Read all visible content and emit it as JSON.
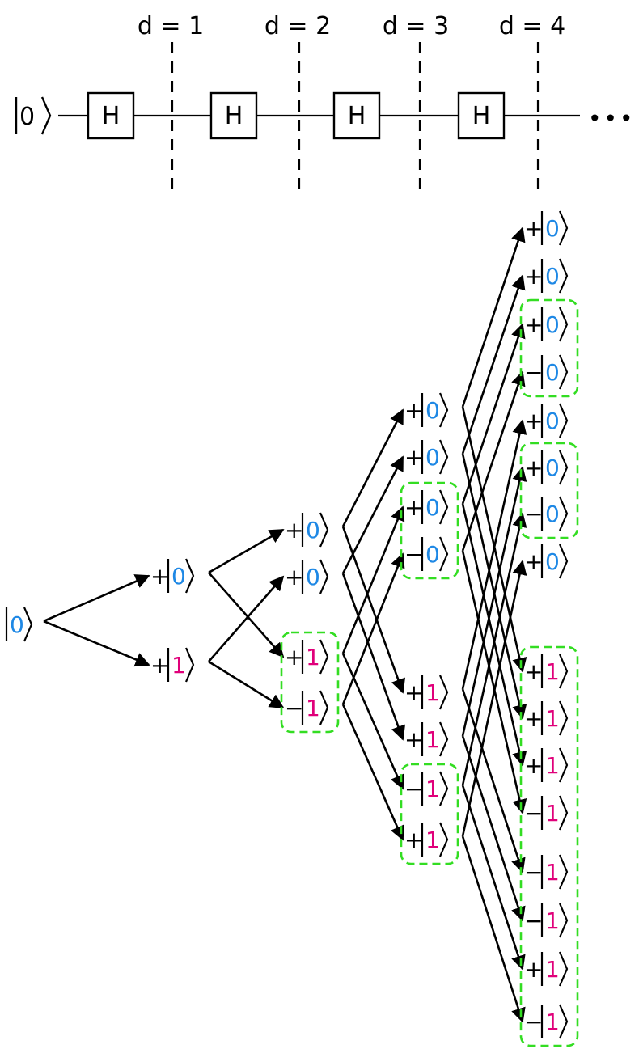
{
  "colors": {
    "zero": "#1e88e5",
    "one": "#e0007a",
    "box": "#33dd22",
    "ink": "#000000"
  },
  "circuit": {
    "input_state": "0",
    "gate_label": "H",
    "gate_count": 4,
    "continuation": "•••",
    "depth_labels": [
      "d = 1",
      "d = 2",
      "d = 3",
      "d = 4"
    ]
  },
  "tree": {
    "root": "0",
    "levels": [
      [
        {
          "sign": "+",
          "state": "0"
        },
        {
          "sign": "+",
          "state": "1"
        }
      ],
      [
        {
          "sign": "+",
          "state": "0"
        },
        {
          "sign": "+",
          "state": "0"
        },
        {
          "sign": "+",
          "state": "1"
        },
        {
          "sign": "−",
          "state": "1"
        }
      ],
      [
        {
          "sign": "+",
          "state": "0"
        },
        {
          "sign": "+",
          "state": "0"
        },
        {
          "sign": "+",
          "state": "0"
        },
        {
          "sign": "−",
          "state": "0"
        },
        {
          "sign": "+",
          "state": "1"
        },
        {
          "sign": "+",
          "state": "1"
        },
        {
          "sign": "−",
          "state": "1"
        },
        {
          "sign": "+",
          "state": "1"
        }
      ],
      [
        {
          "sign": "+",
          "state": "0"
        },
        {
          "sign": "+",
          "state": "0"
        },
        {
          "sign": "+",
          "state": "0"
        },
        {
          "sign": "−",
          "state": "0"
        },
        {
          "sign": "+",
          "state": "0"
        },
        {
          "sign": "+",
          "state": "0"
        },
        {
          "sign": "−",
          "state": "0"
        },
        {
          "sign": "+",
          "state": "0"
        },
        {
          "sign": "+",
          "state": "1"
        },
        {
          "sign": "+",
          "state": "1"
        },
        {
          "sign": "+",
          "state": "1"
        },
        {
          "sign": "−",
          "state": "1"
        },
        {
          "sign": "−",
          "state": "1"
        },
        {
          "sign": "−",
          "state": "1"
        },
        {
          "sign": "+",
          "state": "1"
        },
        {
          "sign": "−",
          "state": "1"
        }
      ]
    ],
    "cancel_groups": [
      {
        "level": 1,
        "from": 2,
        "to": 3
      },
      {
        "level": 2,
        "from": 2,
        "to": 3
      },
      {
        "level": 2,
        "from": 6,
        "to": 7
      },
      {
        "level": 3,
        "from": 2,
        "to": 3
      },
      {
        "level": 3,
        "from": 5,
        "to": 6
      },
      {
        "level": 3,
        "from": 8,
        "to": 15
      }
    ]
  }
}
